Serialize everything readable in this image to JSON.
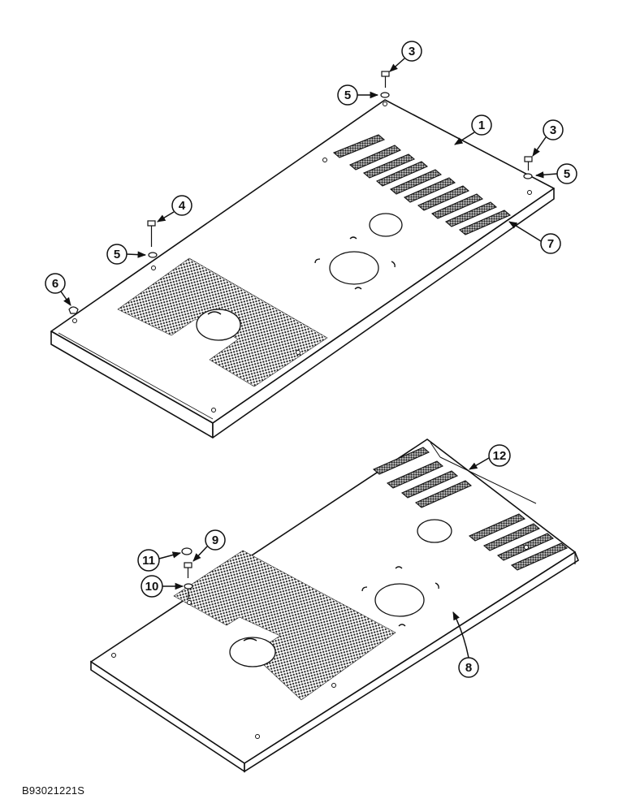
{
  "figure_code": "B93021221S",
  "callouts": {
    "c1": "1",
    "c3a": "3",
    "c3b": "3",
    "c4": "4",
    "c5a": "5",
    "c5b": "5",
    "c5c": "5",
    "c6": "6",
    "c7": "7",
    "c8": "8",
    "c9": "9",
    "c10": "10",
    "c11": "11",
    "c12": "12"
  }
}
